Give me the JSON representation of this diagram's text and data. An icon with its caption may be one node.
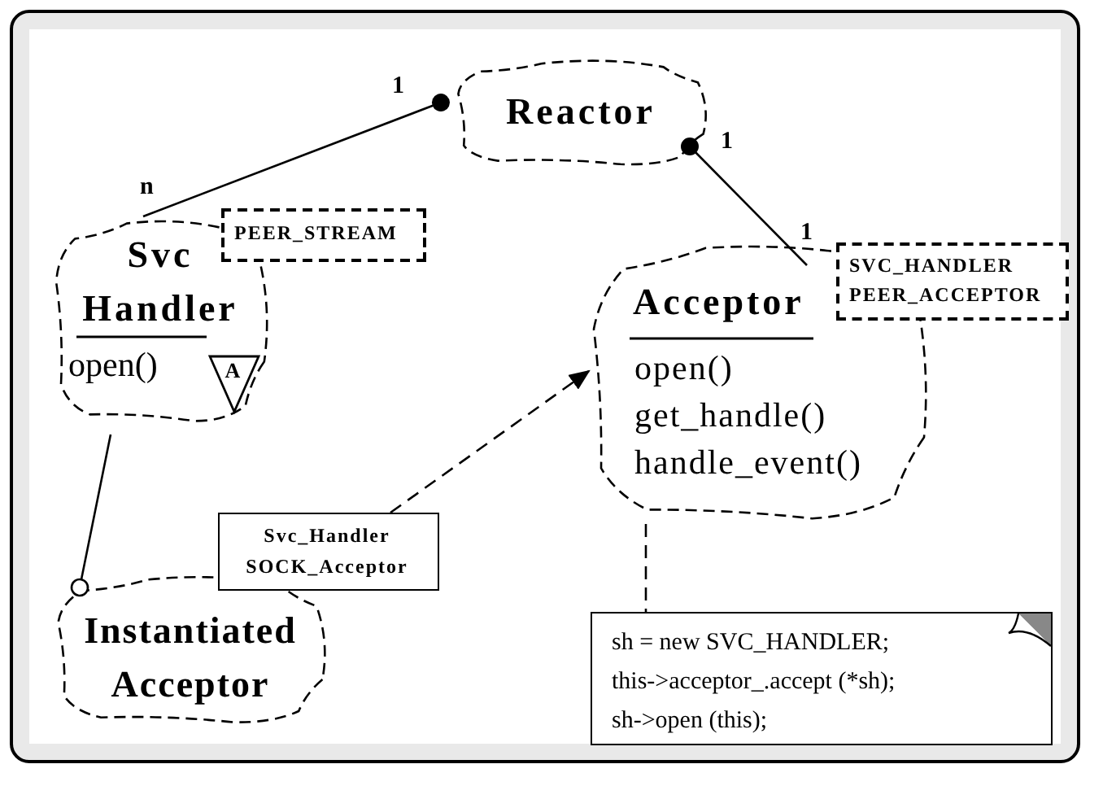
{
  "diagram": {
    "nodes": [
      {
        "text": [
          "Reactor"
        ]
      },
      {
        "text": [
          "Svc Handler",
          "open()"
        ]
      },
      {
        "text": [
          "A"
        ],
        "in": 1
      },
      {
        "text": [
          "PEER_STREAM"
        ]
      },
      {
        "text": [
          "Acceptor",
          "open()",
          "get_handle()",
          "handle_event()"
        ]
      },
      {
        "text": [
          "SVC_HANDLER",
          "PEER_ACCEPTOR"
        ]
      },
      {
        "text": [
          "Instantiated Acceptor"
        ]
      },
      {
        "text": [
          "Svc_Handler",
          "SOCK_Acceptor"
        ]
      },
      {
        "text": [
          "sh = new SVC_HANDLER;",
          "this->acceptor_.accept (*sh);",
          "sh->open (this);"
        ]
      }
    ],
    "edges": [
      {
        "from": 0,
        "to": 1,
        "arrow": "other"
      },
      {
        "from": 0,
        "to": 4,
        "arrow": "other"
      },
      {
        "from": 6,
        "to": 1,
        "arrow": "other"
      },
      {
        "from": 7,
        "to": 4,
        "arrow": "to",
        "style": "dashed"
      },
      {
        "from": 4,
        "to": 8,
        "arrow": "none",
        "style": "dashed"
      }
    ],
    "labels": [
      "1",
      "1",
      "n",
      "1"
    ]
  }
}
